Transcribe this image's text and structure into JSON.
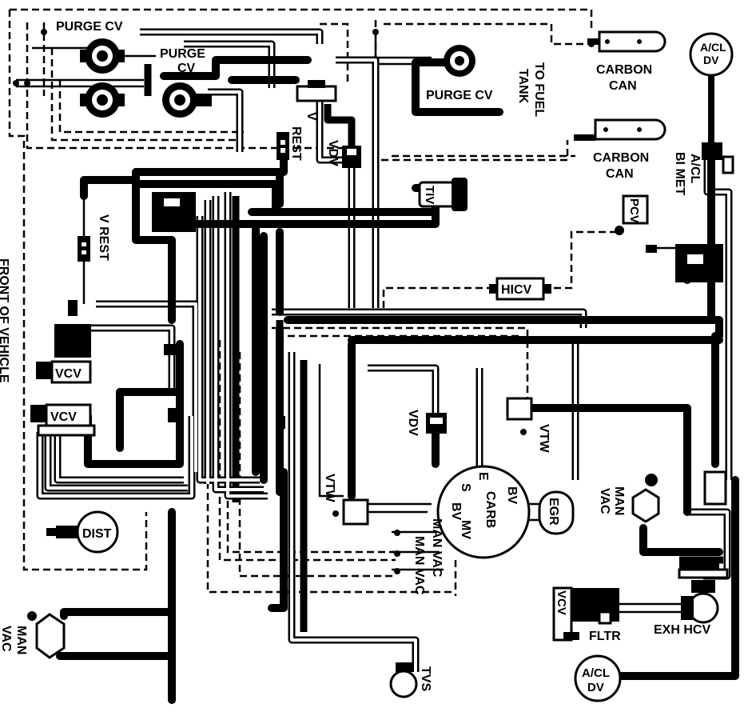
{
  "labels": {
    "purge_cv_1": "PURGE CV",
    "purge_cv_2a": "PURGE",
    "purge_cv_2b": "CV",
    "purge_cv_3": "PURGE CV",
    "to_fuel_tank_a": "TO FUEL",
    "to_fuel_tank_b": "TANK",
    "carbon_can_1a": "CARBON",
    "carbon_can_1b": "CAN",
    "carbon_can_2a": "CARBON",
    "carbon_can_2b": "CAN",
    "acl_dv_top_a": "A/CL",
    "acl_dv_top_b": "DV",
    "acl_bimet_a": "A/CL",
    "acl_bimet_b": "BI MET",
    "v_rest_1a": "V",
    "v_rest_1b": "REST",
    "vdv_1": "VDV",
    "tiv": "TIV",
    "pcv": "PCV",
    "v_rest_2": "V REST",
    "front_of_vehicle": "FRONT OF VEHICLE",
    "hicv": "HICV",
    "vcv_1": "VCV",
    "vcv_2": "VCV",
    "vdv_2": "VDV",
    "vtw_1": "VTW",
    "vtw_2": "VTW",
    "carb_s": "S",
    "carb_e": "E",
    "carb_bv_top": "BV",
    "carb": "CARB",
    "carb_bv": "BV",
    "carb_mv": "MV",
    "egr": "EGR",
    "man_vac_1a": "MAN",
    "man_vac_1b": "VAC",
    "man_vac_2": "MAN VAC",
    "man_vac_3": "MAN VAC",
    "dist": "DIST",
    "man_vac_4a": "MAN",
    "man_vac_4b": "VAC",
    "vcv_3": "VCV",
    "fltr": "FLTR",
    "exh_hcv": "EXH HCV",
    "tvs": "TVS",
    "acl_dv_bottom_a": "A/CL",
    "acl_dv_bottom_b": "DV"
  }
}
